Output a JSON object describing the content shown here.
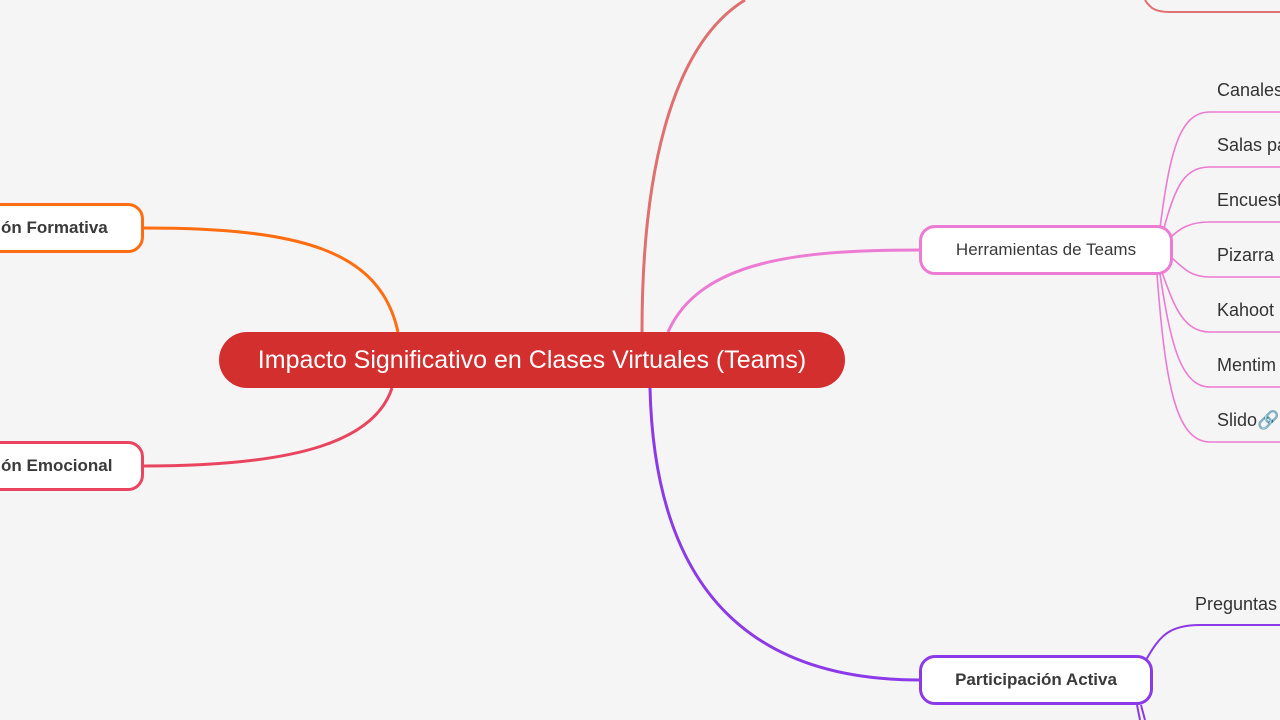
{
  "central": {
    "label": "Impacto Significativo en Clases Virtuales (Teams)",
    "color": "#d32f2f"
  },
  "branches": {
    "evaluacion_formativa": {
      "label": "ón Formativa",
      "color": "#ff6d12"
    },
    "gestion_emocional": {
      "label": "ón Emocional",
      "color": "#e94560"
    },
    "herramientas": {
      "label": "Herramientas de Teams",
      "color": "#ec7bd3",
      "children": [
        "Canales",
        "Salas pa",
        "Encuest",
        "Pizarra",
        "Kahoot",
        "Mentim",
        "Slido"
      ],
      "link_icon": "link-icon"
    },
    "participacion": {
      "label": "Participación Activa",
      "color": "#8c3ae8",
      "children": [
        "Preguntas"
      ]
    },
    "top_branch": {
      "color": "#e07070"
    }
  }
}
